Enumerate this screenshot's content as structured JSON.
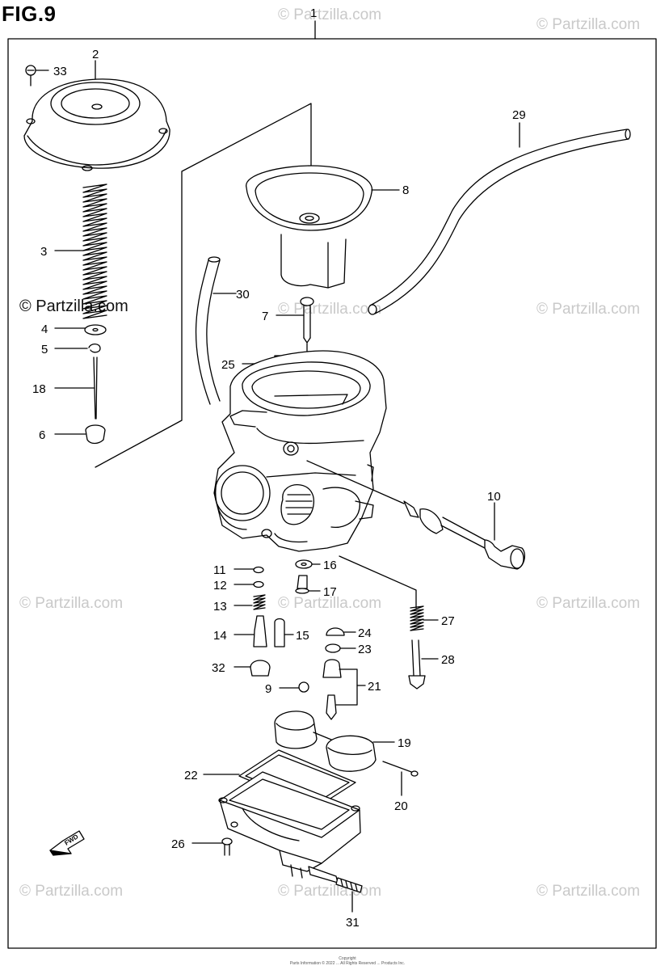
{
  "figure": {
    "title": "FIG.9"
  },
  "watermarks": {
    "text": "© Partzilla.com",
    "highlight_text": "© Partzilla.com"
  },
  "copyright": {
    "line1": "Copyright",
    "line2": "Parts Information © 2022 ... All Rights Reserved ... Products Inc."
  },
  "callouts": [
    "1",
    "2",
    "3",
    "4",
    "5",
    "6",
    "7",
    "8",
    "9",
    "10",
    "11",
    "12",
    "13",
    "14",
    "15",
    "16",
    "17",
    "18",
    "19",
    "20",
    "21",
    "22",
    "23",
    "24",
    "25",
    "26",
    "27",
    "28",
    "29",
    "30",
    "31",
    "32",
    "33"
  ],
  "direction_marker": {
    "label": "FWD"
  }
}
